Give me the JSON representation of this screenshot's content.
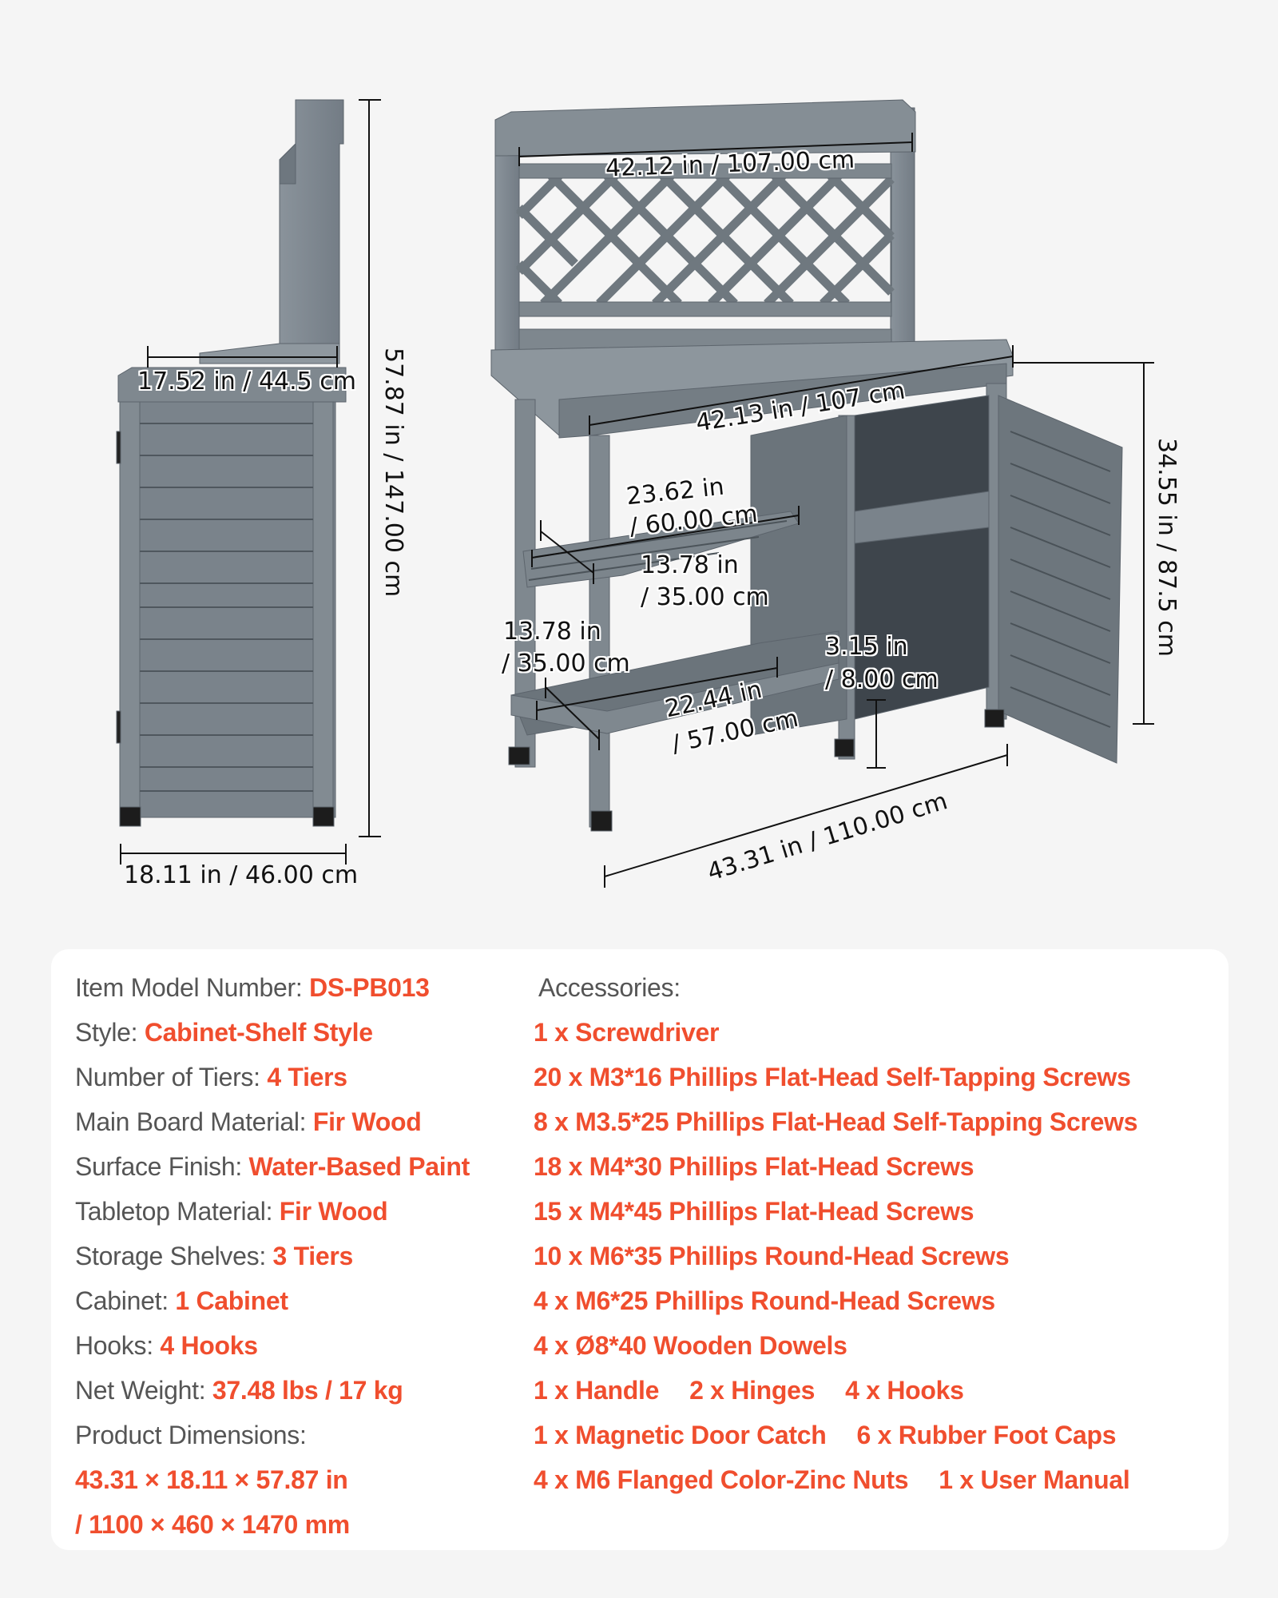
{
  "colors": {
    "page_bg": "#f5f5f5",
    "card_bg": "#ffffff",
    "label_text": "#555555",
    "accent_value": "#f04e2e",
    "wood_gray": "#7d868e",
    "dimension_line": "#111111"
  },
  "diagram": {
    "side_view": {
      "depth_top": "17.52 in / 44.5 cm",
      "height_total": "57.87 in / 147.00 cm",
      "depth_bottom": "18.11 in / 46.00 cm"
    },
    "front_view": {
      "top_shelf_width": "42.12 in / 107.00 cm",
      "tabletop_width": "42.13 in / 107 cm",
      "table_height": "34.55 in / 87.5 cm",
      "middle_shelf_width": "23.62 in\n/ 60.00 cm",
      "middle_shelf_width_line1": "23.62 in",
      "middle_shelf_width_line2": "/ 60.00 cm",
      "middle_shelf_depth_line1": "13.78 in",
      "middle_shelf_depth_line2": "/ 35.00 cm",
      "bottom_shelf_depth_line1": "13.78 in",
      "bottom_shelf_depth_line2": "/ 35.00 cm",
      "bottom_shelf_width_line1": "22.44 in",
      "bottom_shelf_width_line2": "/ 57.00 cm",
      "ground_clearance_line1": "3.15 in",
      "ground_clearance_line2": "/ 8.00 cm",
      "overall_width": "43.31 in / 110.00 cm"
    }
  },
  "specs": [
    {
      "label": "Item Model Number: ",
      "value": "DS-PB013"
    },
    {
      "label": "Style: ",
      "value": "Cabinet-Shelf Style"
    },
    {
      "label": "Number of Tiers: ",
      "value": "4 Tiers"
    },
    {
      "label": "Main Board Material: ",
      "value": "Fir Wood"
    },
    {
      "label": "Surface Finish: ",
      "value": "Water-Based Paint"
    },
    {
      "label": "Tabletop Material: ",
      "value": "Fir Wood"
    },
    {
      "label": "Storage Shelves: ",
      "value": "3 Tiers"
    },
    {
      "label": "Cabinet: ",
      "value": "1 Cabinet"
    },
    {
      "label": "Hooks: ",
      "value": "4 Hooks"
    },
    {
      "label": "Net Weight: ",
      "value": "37.48 lbs / 17 kg"
    },
    {
      "label": "Product Dimensions:",
      "value": ""
    }
  ],
  "product_dimensions": {
    "line1": "43.31 × 18.11 × 57.87 in",
    "line2": "/ 1100 × 460 × 1470 mm"
  },
  "accessories": {
    "heading": "Accessories:",
    "items": [
      "1 x Screwdriver",
      "20 x M3*16 Phillips Flat-Head Self-Tapping Screws",
      "8 x M3.5*25 Phillips Flat-Head Self-Tapping Screws",
      "18 x M4*30 Phillips Flat-Head Screws",
      "15 x M4*45 Phillips Flat-Head Screws",
      "10 x M6*35 Phillips Round-Head Screws",
      "4 x M6*25 Phillips Round-Head Screws",
      "4 x Ø8*40 Wooden Dowels"
    ],
    "grouped_rows": [
      [
        "1 x Handle",
        "2 x Hinges",
        "4 x Hooks"
      ],
      [
        "1 x Magnetic Door Catch",
        "6 x Rubber Foot Caps"
      ],
      [
        "4 x M6 Flanged Color-Zinc Nuts",
        "1 x User Manual"
      ]
    ]
  }
}
